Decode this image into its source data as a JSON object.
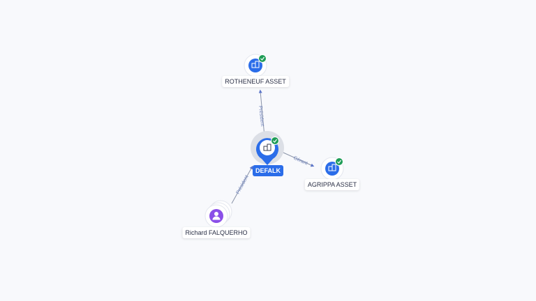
{
  "nodes": {
    "center": {
      "label": "DEFALK",
      "icon": "building-icon",
      "verified": true,
      "color": "#2b6de9"
    },
    "top": {
      "label": "ROTHENEUF ASSET",
      "icon": "building-icon",
      "verified": true,
      "color": "#2b6de9"
    },
    "right": {
      "label": "AGRIPPA ASSET",
      "icon": "building-icon",
      "verified": true,
      "color": "#2b6de9"
    },
    "person": {
      "label": "Richard FALQUERHO",
      "icon": "person-icon",
      "color": "#8a4fe8"
    }
  },
  "edges": {
    "top": {
      "label": "Président"
    },
    "right": {
      "label": "Gérant"
    },
    "person": {
      "label": "Président"
    }
  },
  "colors": {
    "company": "#2b6de9",
    "person": "#8a4fe8",
    "verified": "#1f9d57",
    "edge": "#8a93a8"
  }
}
